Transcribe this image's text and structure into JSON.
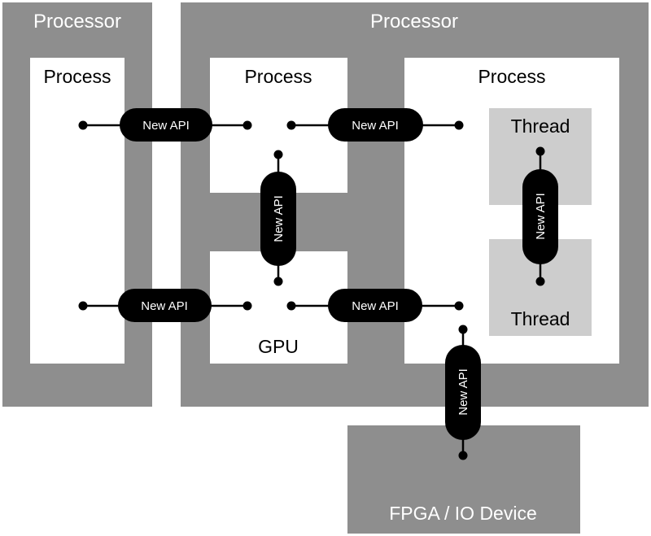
{
  "diagram": {
    "processor_left_label": "Processor",
    "processor_right_label": "Processor",
    "process_1_label": "Process",
    "process_2_label": "Process",
    "process_3_label": "Process",
    "gpu_label": "GPU",
    "thread_top_label": "Thread",
    "thread_bottom_label": "Thread",
    "fpga_label": "FPGA / IO Device",
    "api_label": "New API",
    "colors": {
      "processor_fill": "#8e8e8e",
      "process_fill": "#ffffff",
      "thread_fill": "#cdcdcd",
      "fpga_fill": "#8e8e8e",
      "api_fill": "#000000",
      "api_text": "#ffffff",
      "connector": "#000000",
      "processor_text": "#ffffff",
      "box_text": "#000000"
    }
  }
}
